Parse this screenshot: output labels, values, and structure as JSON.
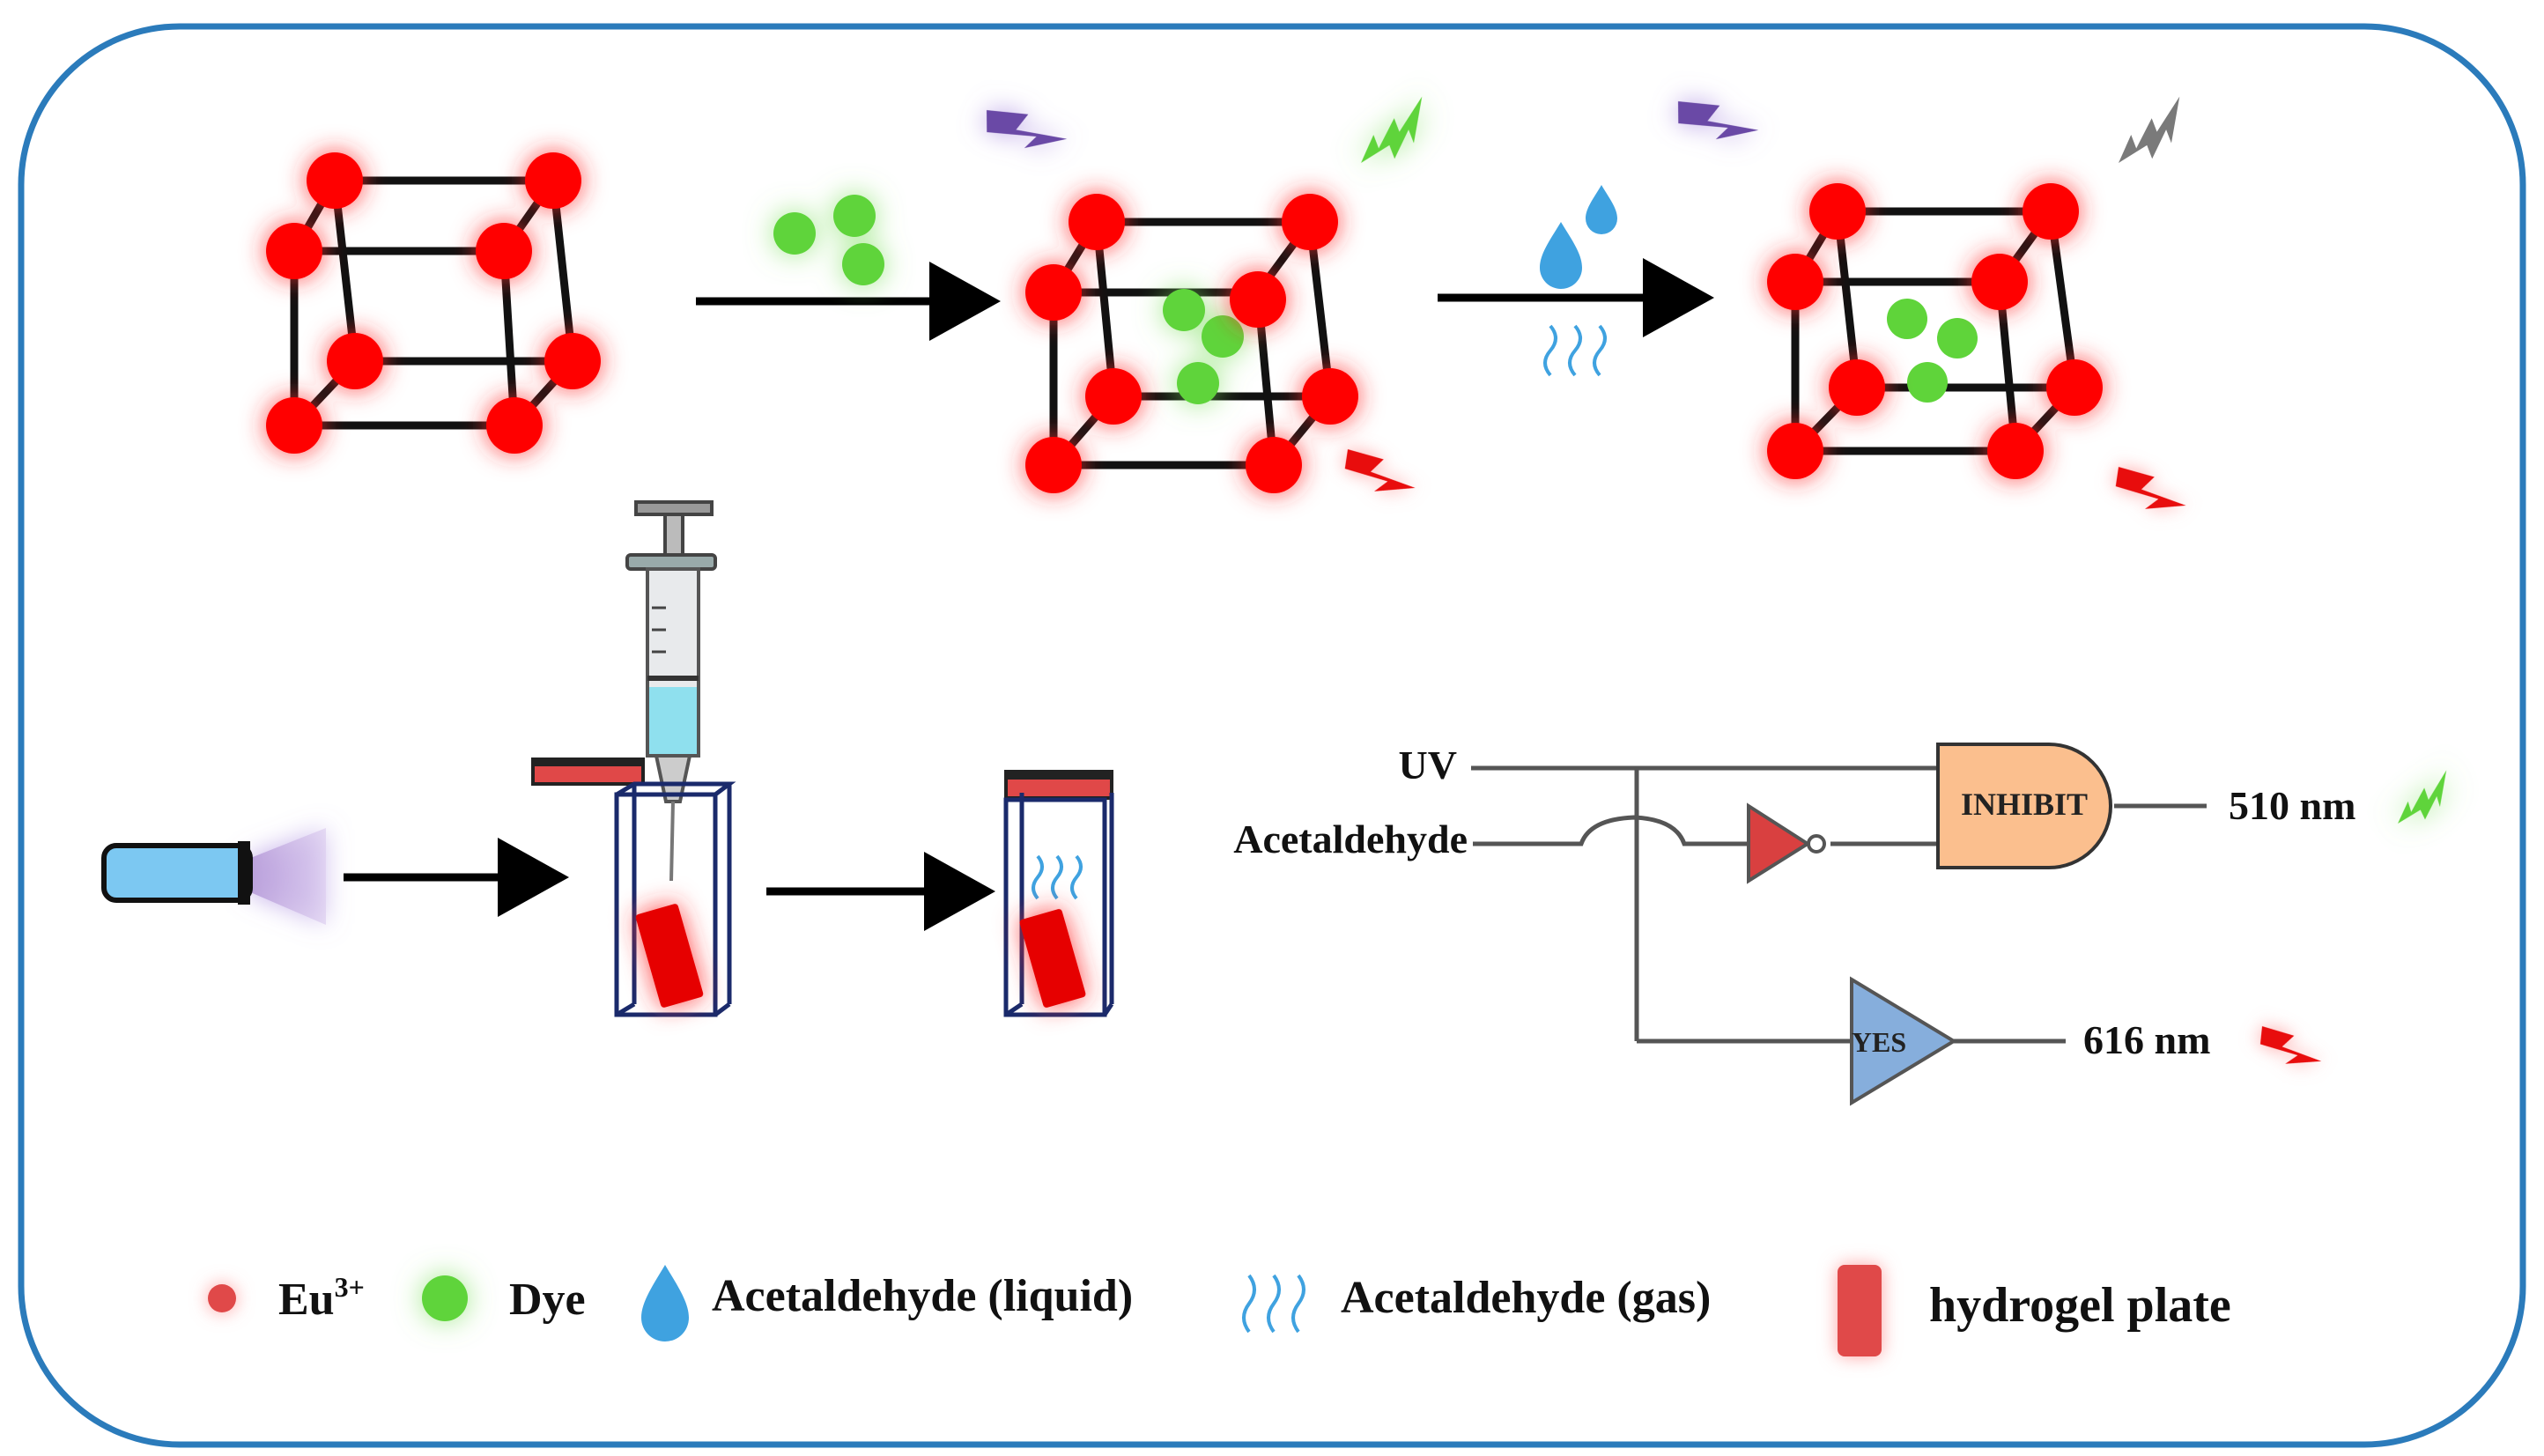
{
  "colors": {
    "frame": "#2b7bbb",
    "europium": "#ff0000",
    "dye": "#5fd43a",
    "water": "#3fa2e0",
    "violet": "#6a4aa6",
    "gray_flash": "#7a7a7a",
    "hydrogel": "#e60000",
    "inhibit_fill": "#fbbf8e",
    "yes_fill": "#86aedc",
    "not_fill": "#d94040",
    "flashlight_fill": "#7cc8f2"
  },
  "icons": {
    "uv": "lightning-icon",
    "green_emission": "lightning-icon",
    "red_emission": "lightning-icon",
    "liquid": "droplet-icon",
    "gas": "wavy-lines-icon",
    "lamp": "flashlight-icon",
    "syringe": "syringe-icon",
    "cuvette": "cuvette-icon"
  },
  "logic": {
    "input_uv": "UV",
    "input_acetaldehyde": "Acetaldehyde",
    "gate_inhibit": "INHIBIT",
    "gate_yes": "YES",
    "output_green": "510 nm",
    "output_red": "616 nm"
  },
  "legend": {
    "eu_label": "Eu",
    "eu_sup": "3+",
    "dye_label": "Dye",
    "liquid_label": "Acetaldehyde (liquid)",
    "gas_label": "Acetaldehyde (gas)",
    "hydrogel_label": "hydrogel plate"
  }
}
